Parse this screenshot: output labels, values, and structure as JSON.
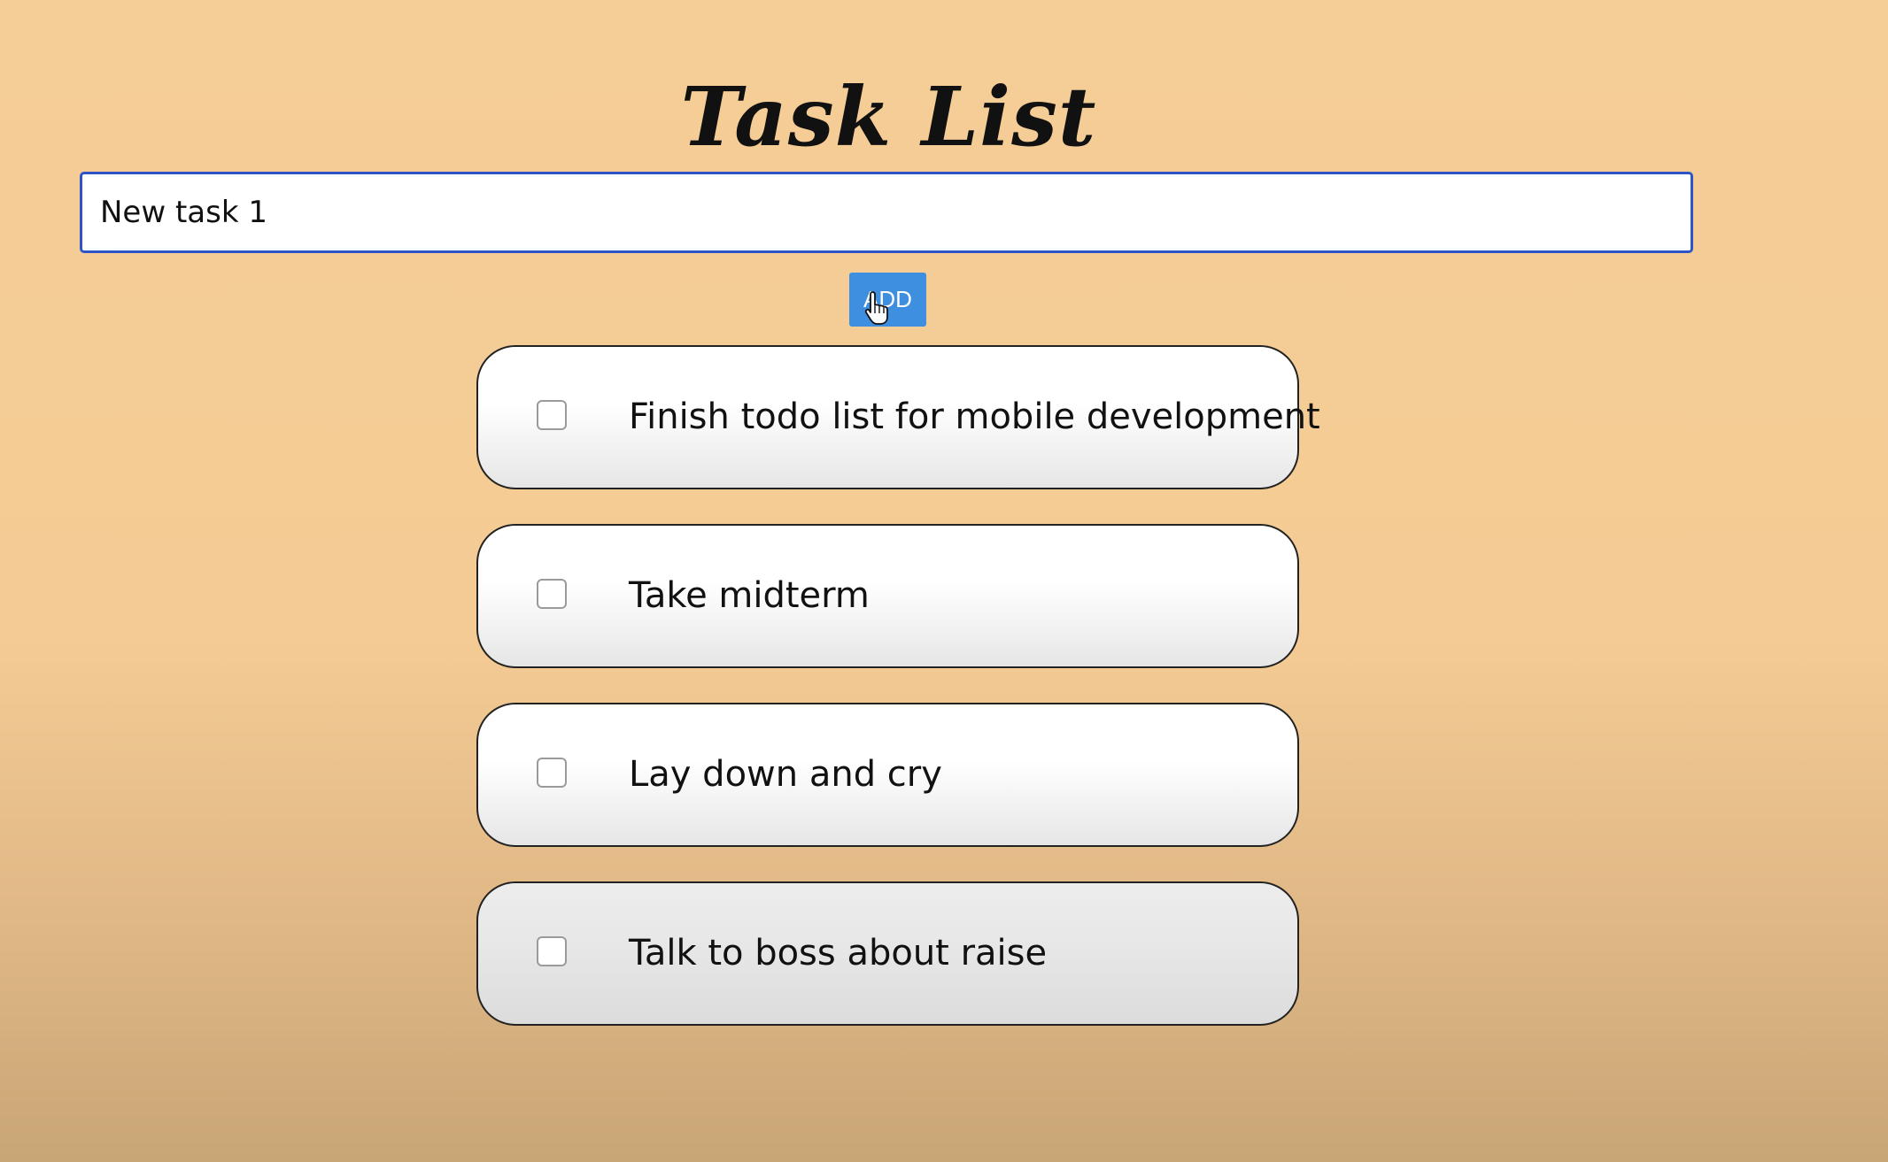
{
  "header": {
    "title": "Task List"
  },
  "new_task": {
    "value": "New task 1",
    "add_label": "ADD"
  },
  "tasks": [
    {
      "label": "Finish todo list for mobile development",
      "checked": false
    },
    {
      "label": "Take midterm",
      "checked": false
    },
    {
      "label": "Lay down and cry",
      "checked": false
    },
    {
      "label": "Talk to boss about raise",
      "checked": false
    }
  ],
  "colors": {
    "background": "#f5cd96",
    "input_border": "#2f54c7",
    "add_button": "#3f8fe0"
  },
  "icons": {
    "cursor": "hand-pointer-icon"
  }
}
